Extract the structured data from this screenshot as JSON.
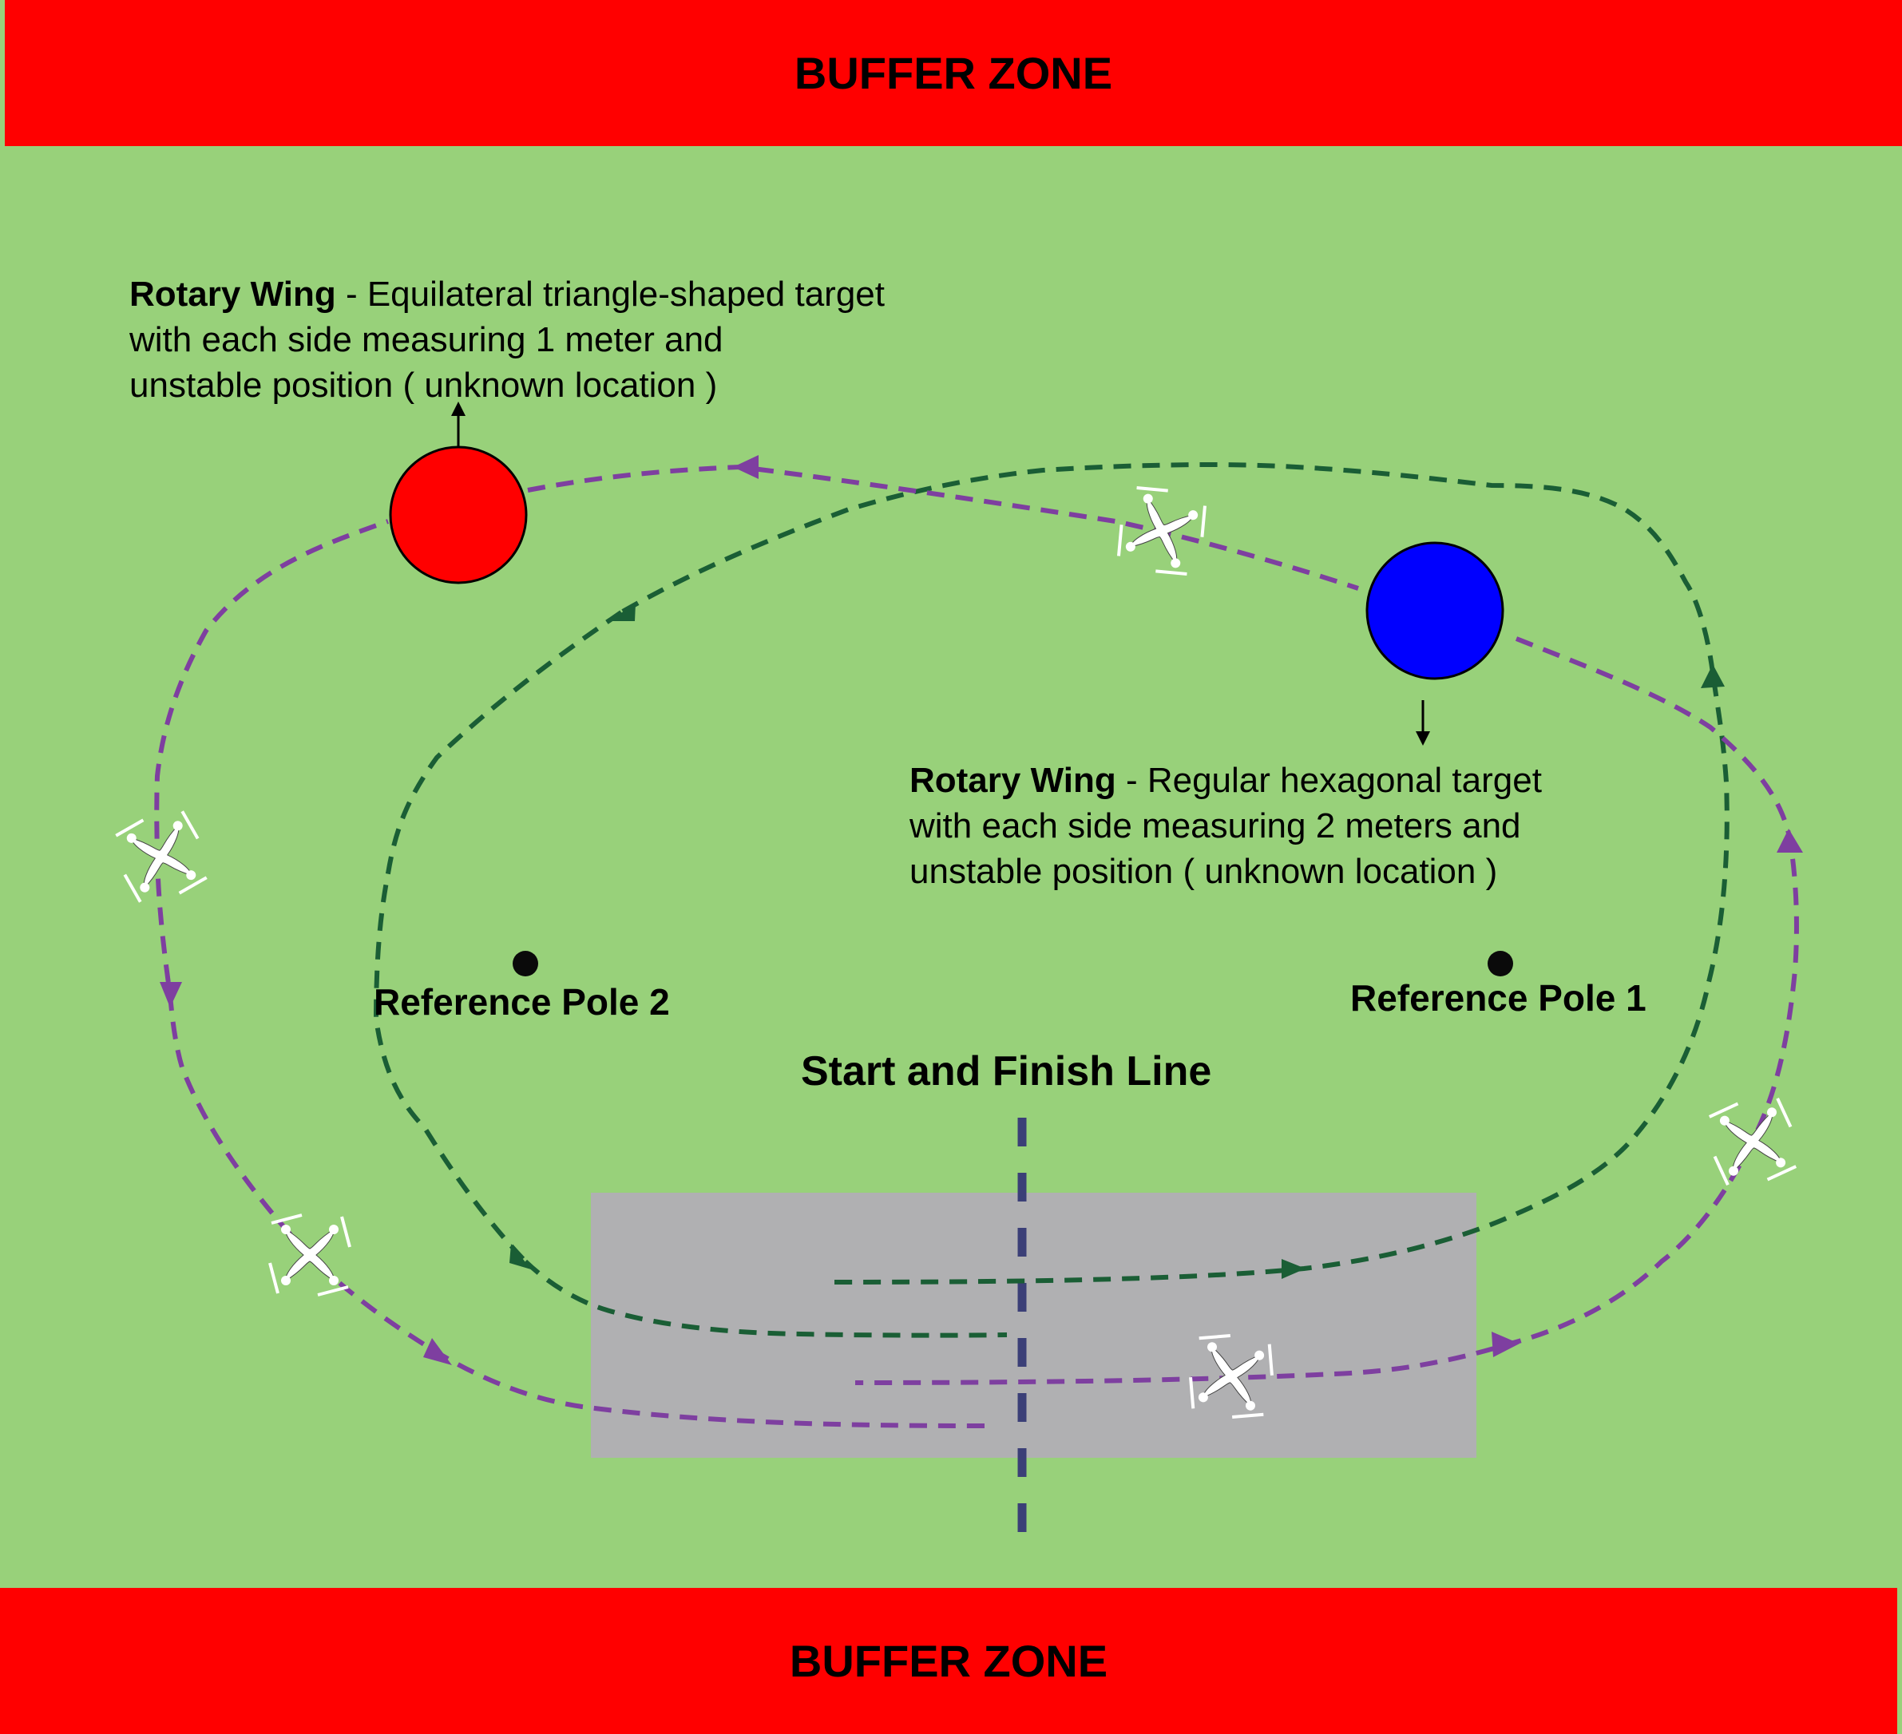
{
  "buffer_top": {
    "label": "BUFFER ZONE",
    "color": "#ff0000"
  },
  "buffer_bottom": {
    "label": "BUFFER ZONE",
    "color": "#ff0000"
  },
  "field": {
    "color": "#98d17a"
  },
  "runway": {
    "color": "#b0b0b2"
  },
  "target_red": {
    "color": "#ff0000",
    "title": "Rotary Wing",
    "line1_rest": " - Equilateral triangle-shaped target",
    "line2": "with each side measuring 1 meter and",
    "line3": "unstable position ( unknown location )"
  },
  "target_blue": {
    "color": "#0000ff",
    "title": "Rotary Wing",
    "line1_rest": " - Regular hexagonal target",
    "line2": "with each side measuring 2 meters and",
    "line3": "unstable position ( unknown location )"
  },
  "poles": [
    {
      "label": "Reference Pole 2"
    },
    {
      "label": "Reference Pole 1"
    }
  ],
  "start_finish": {
    "label": "Start and Finish Line",
    "color": "#3b3f77"
  },
  "paths": {
    "purple": {
      "name": "rotary-wing-flight-path",
      "color": "#7e3fa0"
    },
    "green": {
      "name": "second-flight-path",
      "color": "#1a5e35"
    }
  },
  "drones": [
    "drone-icon",
    "drone-icon",
    "drone-icon",
    "drone-icon",
    "drone-icon"
  ]
}
